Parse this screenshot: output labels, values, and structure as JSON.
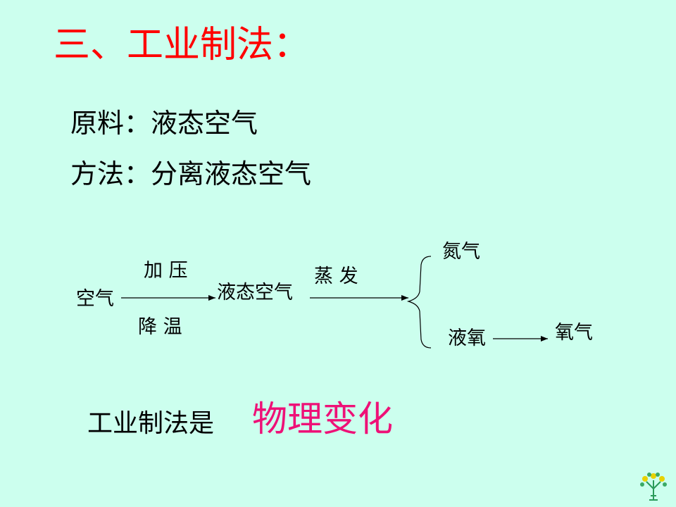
{
  "slide": {
    "title": "三、工业制法：",
    "raw_material": "原料：液态空气",
    "method": "方法：分离液态空气",
    "diagram": {
      "start": "空气",
      "condition_top": "加 压",
      "condition_bottom": "降 温",
      "intermediate": "液态空气",
      "process": "蒸 发",
      "product_upper": "氮气",
      "product_lower": "液氧",
      "final_product": "氧气"
    },
    "conclusion_label": "工业制法是",
    "conclusion_answer": "物理变化",
    "colors": {
      "background": "#ccffee",
      "title": "#ff0000",
      "answer": "#ee1177"
    },
    "logo_icon": "tree-logo-icon"
  }
}
